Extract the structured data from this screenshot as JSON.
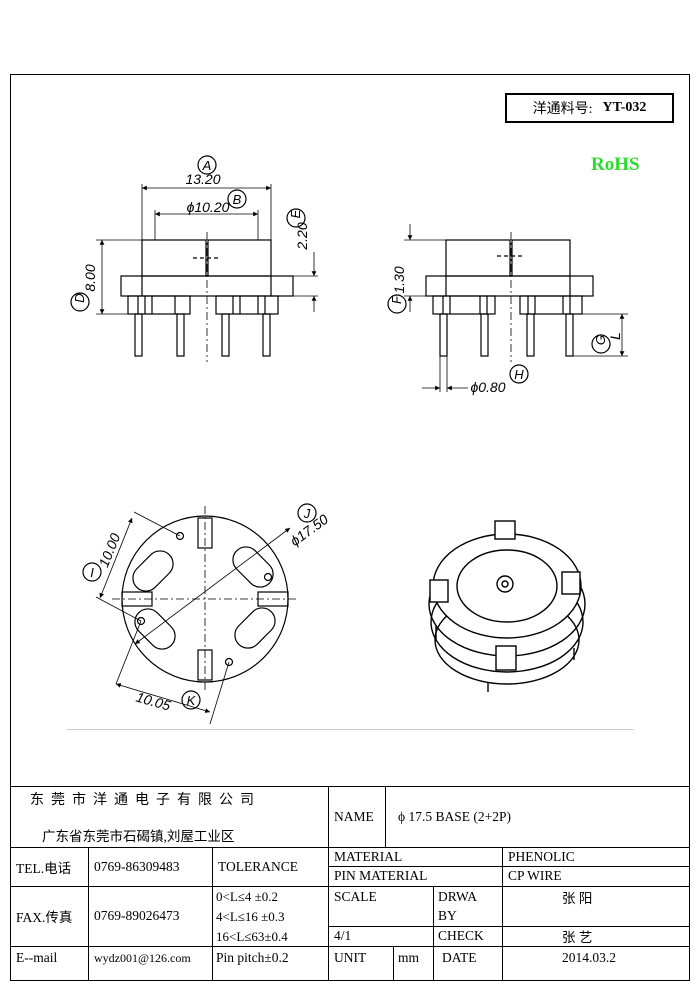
{
  "header": {
    "part_label": "洋通料号:",
    "part_number": "YT-032",
    "rohs": "RoHS"
  },
  "dimensions": {
    "A": "A",
    "A_value": "13.20",
    "B": "B",
    "B_value": "ϕ10.20",
    "E": "E",
    "E_value": "2.20",
    "D": "D",
    "D_value": "8.00",
    "F": "F",
    "F_value": "1.30",
    "G": "G",
    "G_value": "L",
    "H": "H",
    "H_value": "ϕ0.80",
    "I": "I",
    "I_value": "10.00",
    "J": "J",
    "J_value": "ϕ17.50",
    "K": "K",
    "K_value": "10.05"
  },
  "title_block": {
    "company": "东莞市洋通电子有限公司",
    "address": "广东省东莞市石碣镇,刘屋工业区",
    "name_label": "NAME",
    "name_value": "ϕ 17.5 BASE (2+2P)",
    "tel_label": "TEL.电话",
    "tel_value": "0769-86309483",
    "tolerance_label": "TOLERANCE",
    "material_label": "MATERIAL",
    "material_value": "PHENOLIC",
    "pin_material_label": "PIN MATERIAL",
    "pin_material_value": "CP WIRE",
    "fax_label": "FAX.传真",
    "fax_value": "0769-89026473",
    "tol_1": "0<L≤4   ±0.2",
    "tol_2": "4<L≤16  ±0.3",
    "tol_3": "16<L≤63±0.4",
    "tol_4": "Pin pitch±0.2",
    "scale_label": "SCALE",
    "scale_value": "4/1",
    "drawn_label_1": "DRWA",
    "drawn_label_2": "BY",
    "drawn_value": "张 阳",
    "check_label": "CHECK",
    "check_value": "张 艺",
    "email_label": "E--mail",
    "email_value": "wydz001@126.com",
    "unit_label": "UNIT",
    "unit_value": "mm",
    "date_label": "DATE",
    "date_value": "2014.03.2"
  }
}
